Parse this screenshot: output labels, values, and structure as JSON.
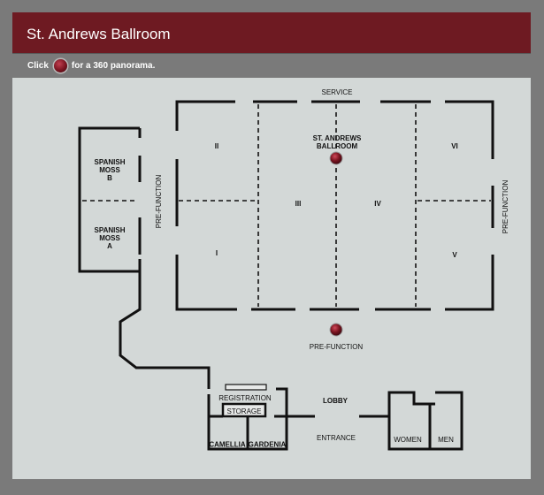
{
  "header": {
    "title": "St. Andrews Ballroom"
  },
  "hint": {
    "prefix": "Click",
    "suffix": "for a 360 panorama."
  },
  "map": {
    "labels": {
      "service": "SERVICE",
      "ballroom_line1": "ST. ANDREWS",
      "ballroom_line2": "BALLROOM",
      "section_ii": "II",
      "section_i": "I",
      "section_iii": "III",
      "section_iv": "IV",
      "section_vi": "VI",
      "section_v": "V",
      "prefunction_left": "PRE-FUNCTION",
      "prefunction_right": "PRE-FUNCTION",
      "prefunction_bottom": "PRE-FUNCTION",
      "spanish_moss_b_1": "SPANISH",
      "spanish_moss_b_2": "MOSS",
      "spanish_moss_b_3": "B",
      "spanish_moss_a_1": "SPANISH",
      "spanish_moss_a_2": "MOSS",
      "spanish_moss_a_3": "A",
      "registration": "REGISTRATION",
      "storage": "STORAGE",
      "lobby": "LOBBY",
      "entrance": "ENTRANCE",
      "camellia": "CAMELLIA",
      "gardenia": "GARDENIA",
      "women": "WOMEN",
      "men": "MEN"
    },
    "colors": {
      "hotspot": "#7a1420",
      "walls": "#111111",
      "background": "#d3d8d7"
    }
  }
}
